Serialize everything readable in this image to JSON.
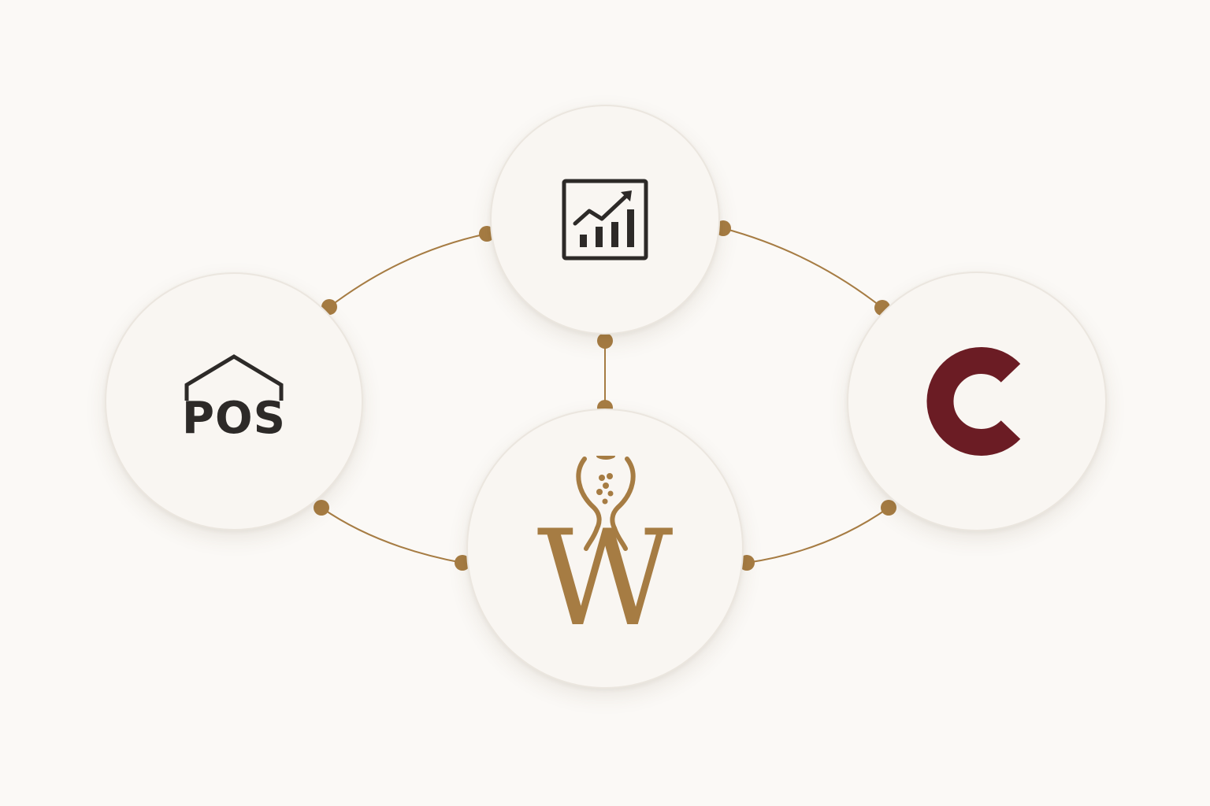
{
  "nodes": {
    "analytics": {
      "icon": "analytics-chart-icon"
    },
    "pos": {
      "label": "POS",
      "icon": "house-roof-icon"
    },
    "winery": {
      "letter": "W",
      "icon": "wine-glass-w-logo"
    },
    "c_brand": {
      "letter": "C",
      "icon": "c-logo"
    }
  },
  "colors": {
    "background": "#fbf9f6",
    "node_fill": "#f9f6f2",
    "connector": "#a67c43",
    "gold": "#a67c43",
    "dark": "#2d2a28",
    "maroon": "#6b1c24"
  }
}
